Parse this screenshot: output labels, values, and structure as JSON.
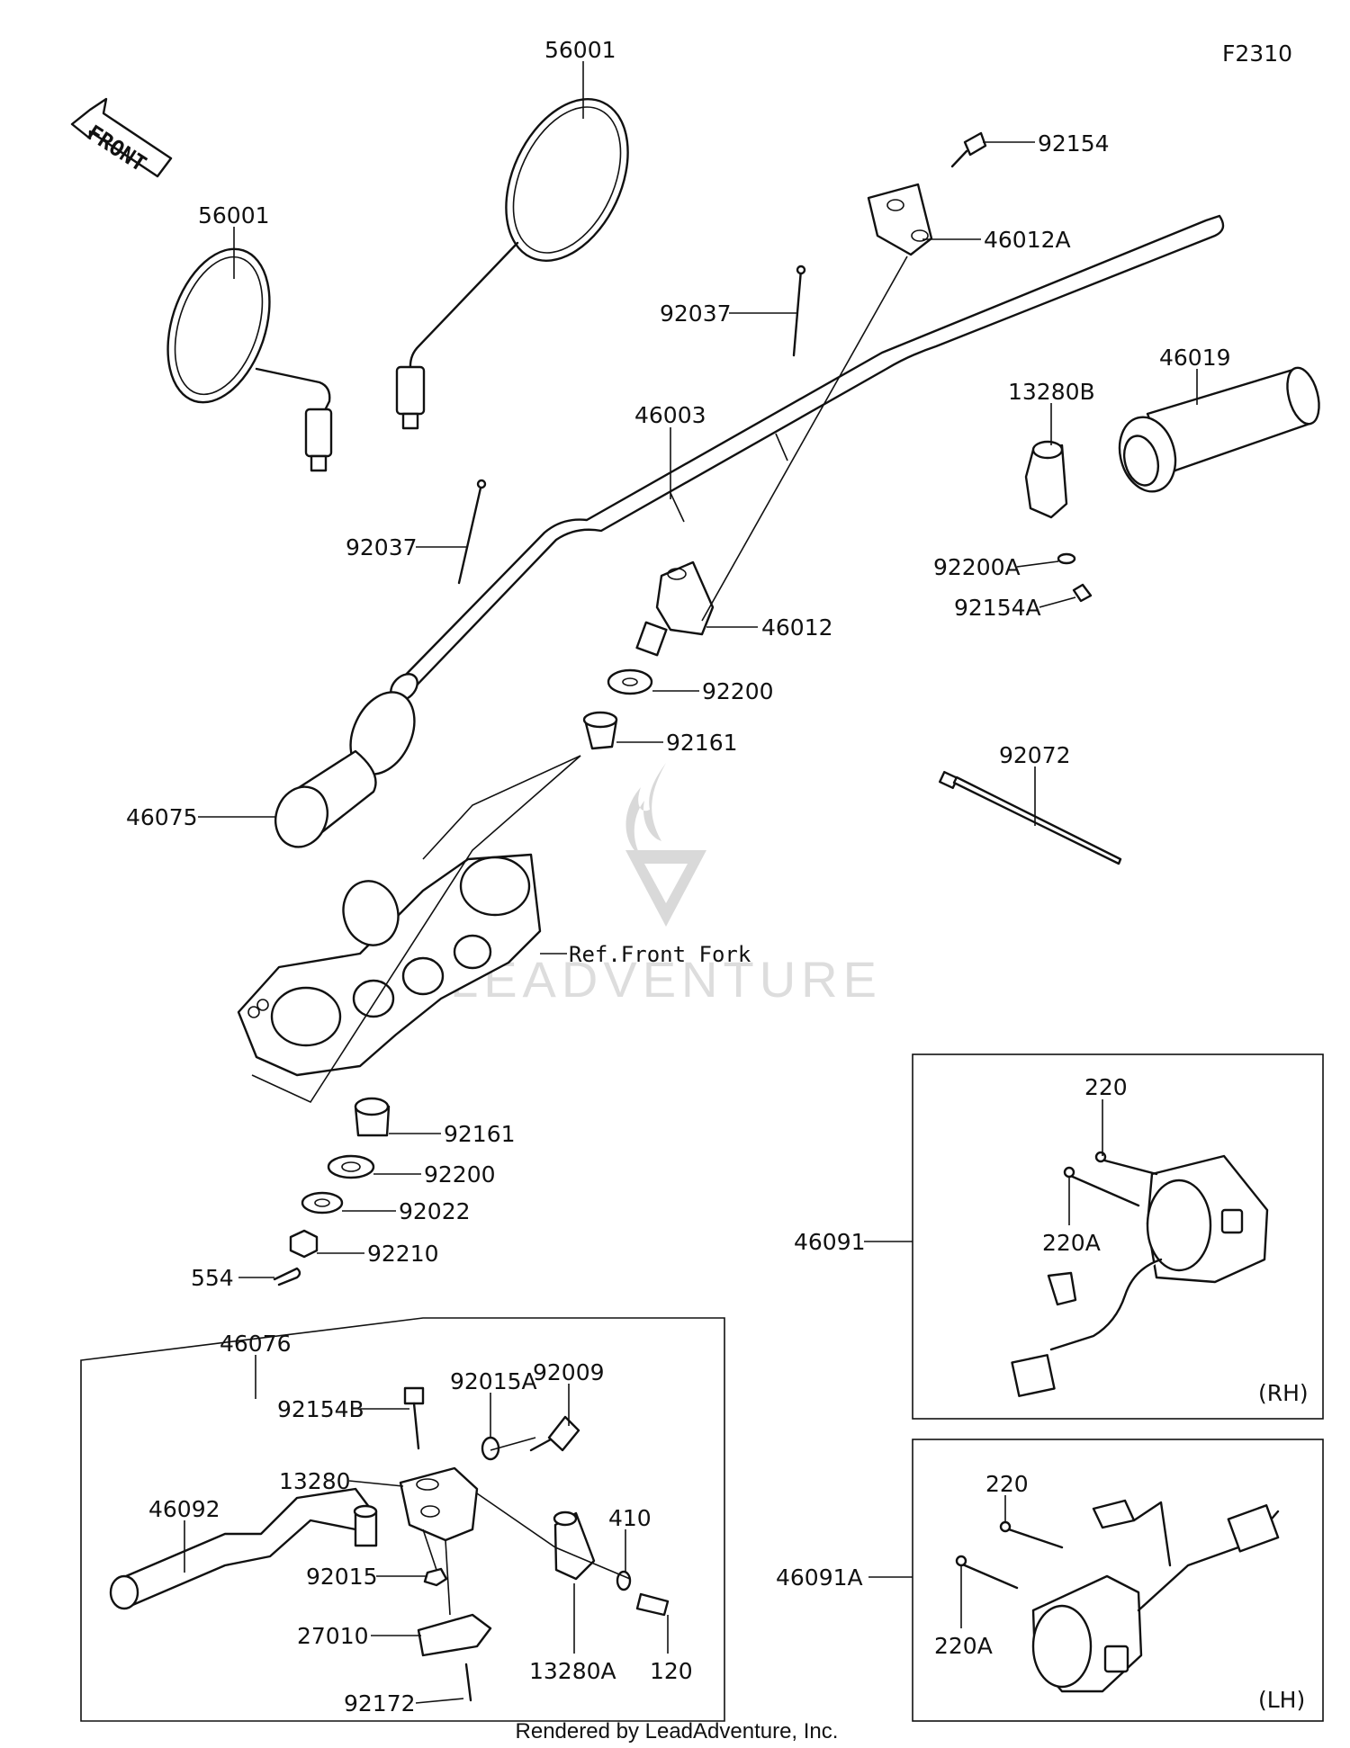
{
  "diagram_code": "F2310",
  "front_arrow_label": "FRONT",
  "reference_label": "Ref.Front Fork",
  "footer": "Rendered by LeadAdventure, Inc.",
  "watermark": "LEADVENTURE",
  "callouts": {
    "c56001_top": "56001",
    "c56001_left": "56001",
    "c92154": "92154",
    "c46012A": "46012A",
    "c92037_top": "92037",
    "c46019": "46019",
    "c13280B": "13280B",
    "c46003": "46003",
    "c92037_left": "92037",
    "c92200A": "92200A",
    "c92154A": "92154A",
    "c46012": "46012",
    "c92200_top": "92200",
    "c92161_top": "92161",
    "c46075": "46075",
    "c92072": "92072",
    "c92161_bottom": "92161",
    "c92200_bottom": "92200",
    "c92022": "92022",
    "c92210": "92210",
    "c554": "554",
    "c46076": "46076",
    "c92009": "92009",
    "c92015A": "92015A",
    "c92154B": "92154B",
    "c13280": "13280",
    "c46092": "46092",
    "c410": "410",
    "c92015": "92015",
    "c27010": "27010",
    "c13280A": "13280A",
    "c120": "120",
    "c92172": "92172",
    "c46091": "46091",
    "c220_rh": "220",
    "c220A_rh": "220A",
    "c46091A": "46091A",
    "c220_lh": "220",
    "c220A_lh": "220A"
  },
  "inset_labels": {
    "rh": "(RH)",
    "lh": "(LH)"
  }
}
